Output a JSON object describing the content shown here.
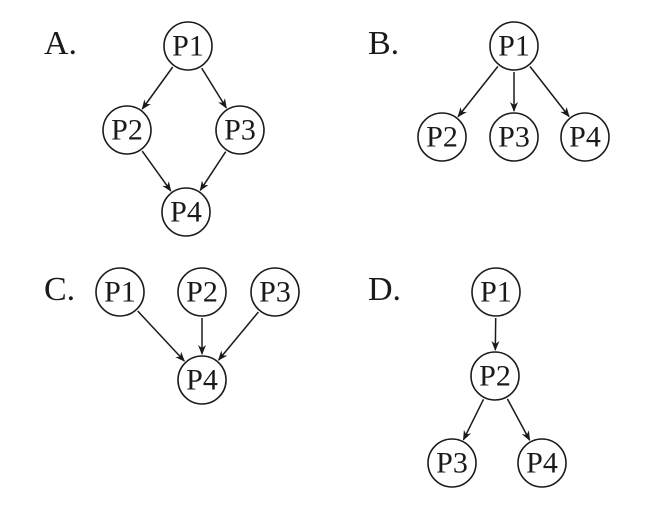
{
  "options": [
    {
      "label": "A.",
      "nodes": {
        "a1": "P1",
        "a2": "P2",
        "a3": "P3",
        "a4": "P4"
      },
      "edges": [
        [
          "a1",
          "a2"
        ],
        [
          "a1",
          "a3"
        ],
        [
          "a2",
          "a4"
        ],
        [
          "a3",
          "a4"
        ]
      ]
    },
    {
      "label": "B.",
      "nodes": {
        "b1": "P1",
        "b2": "P2",
        "b3": "P3",
        "b4": "P4"
      },
      "edges": [
        [
          "b1",
          "b2"
        ],
        [
          "b1",
          "b3"
        ],
        [
          "b1",
          "b4"
        ]
      ]
    },
    {
      "label": "C.",
      "nodes": {
        "c1": "P1",
        "c2": "P2",
        "c3": "P3",
        "c4": "P4"
      },
      "edges": [
        [
          "c1",
          "c4"
        ],
        [
          "c2",
          "c4"
        ],
        [
          "c3",
          "c4"
        ]
      ]
    },
    {
      "label": "D.",
      "nodes": {
        "d1": "P1",
        "d2": "P2",
        "d3": "P3",
        "d4": "P4"
      },
      "edges": [
        [
          "d1",
          "d2"
        ],
        [
          "d2",
          "d3"
        ],
        [
          "d2",
          "d4"
        ]
      ]
    }
  ]
}
